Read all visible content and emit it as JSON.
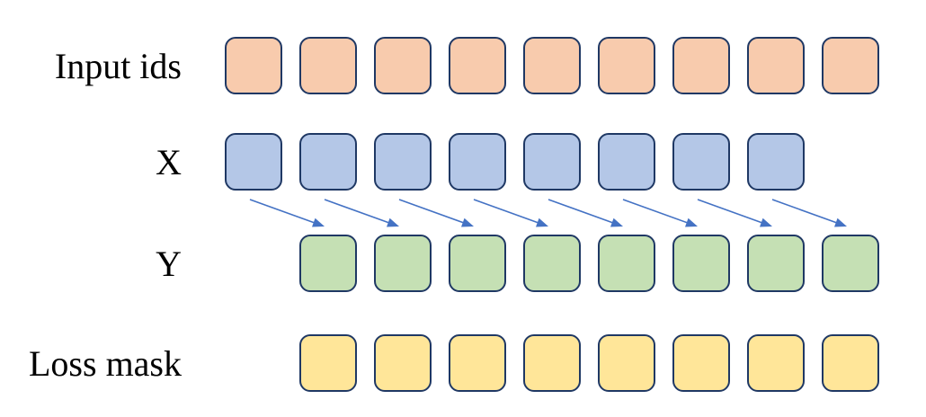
{
  "diagram": {
    "rows": [
      {
        "id": "input-ids",
        "label": "Input ids",
        "box_count": 9,
        "fill": "#F8CBAD",
        "col_offset": 0
      },
      {
        "id": "x",
        "label": "X",
        "box_count": 8,
        "fill": "#B4C7E7",
        "col_offset": 0
      },
      {
        "id": "y",
        "label": "Y",
        "box_count": 8,
        "fill": "#C5E0B4",
        "col_offset": 1
      },
      {
        "id": "loss-mask",
        "label": "Loss mask",
        "box_count": 8,
        "fill": "#FFE699",
        "col_offset": 1
      }
    ],
    "arrows": {
      "count": 8,
      "from_row": "X",
      "to_row": "Y",
      "color": "#4472C4"
    },
    "colors": {
      "box_border": "#1F3864",
      "label_text": "#000000",
      "background": "#FFFFFF"
    }
  }
}
